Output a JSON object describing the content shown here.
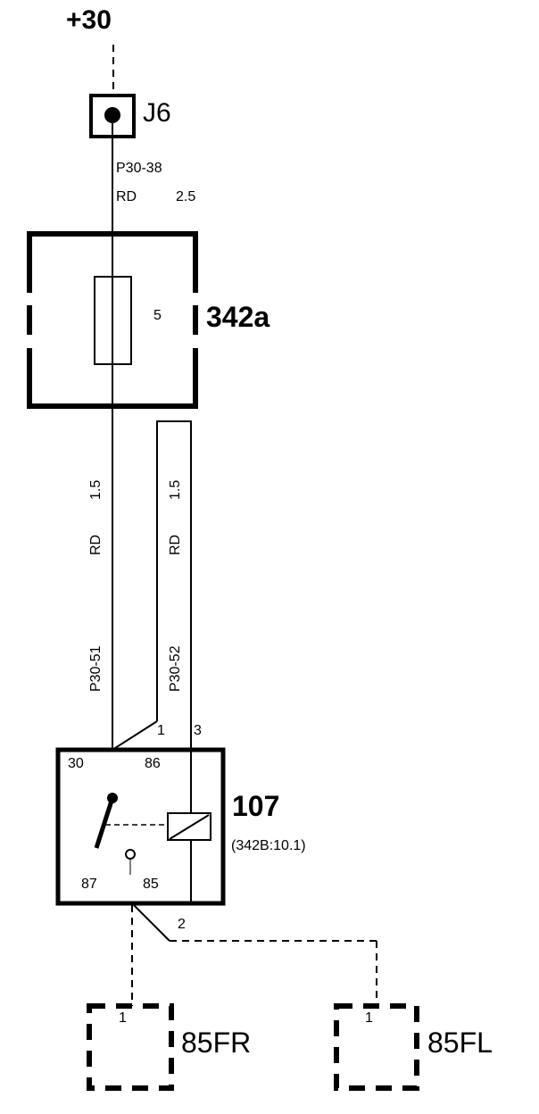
{
  "supply": {
    "label": "+30"
  },
  "connector_j6": {
    "label": "J6"
  },
  "wires": {
    "w_top": {
      "code": "P30-38",
      "color": "RD",
      "size": "2.5"
    },
    "w_left": {
      "code": "P30-51",
      "color": "RD",
      "size": "1.5"
    },
    "w_right": {
      "code": "P30-52",
      "color": "RD",
      "size": "1.5"
    }
  },
  "fuse_box": {
    "label": "342a",
    "fuse_number": "5"
  },
  "relay": {
    "label": "107",
    "sublabel": "(342B:10.1)",
    "pins": {
      "p30": "30",
      "p86": "86",
      "p87": "87",
      "p85": "85"
    },
    "connector_pins": {
      "c1": "1",
      "c2": "2",
      "c3": "3"
    }
  },
  "components": [
    {
      "label": "85FR",
      "pin": "1"
    },
    {
      "label": "85FL",
      "pin": "1"
    }
  ]
}
